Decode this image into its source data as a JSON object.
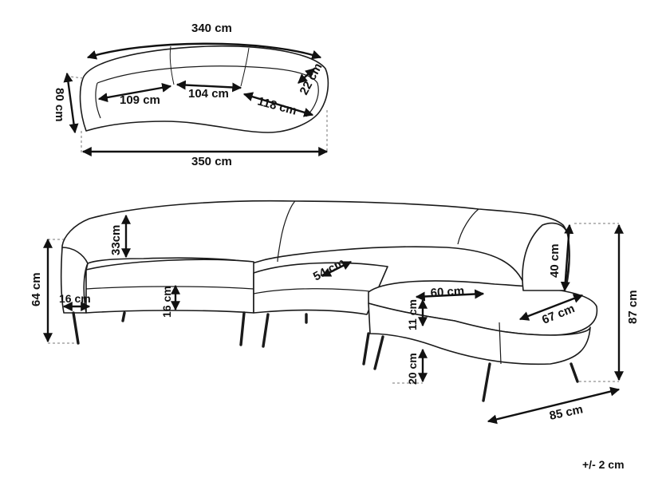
{
  "top_view": {
    "width_top": "340 cm",
    "width_bottom": "350 cm",
    "depth": "80 cm",
    "arm_depth": "22 cm",
    "seat_left": "109 cm",
    "seat_middle": "104 cm",
    "seat_right": "118 cm"
  },
  "front_view": {
    "total_height": "64 cm",
    "arm_width": "16 cm",
    "back_height": "33cm",
    "seat_thickness": "16 cm",
    "seat_depth": "54 cm",
    "chaise_seat": "60 cm",
    "chaise_back": "40 cm",
    "chaise_depth": "67 cm",
    "chaise_cushion": "11 cm",
    "leg_height": "20 cm",
    "right_height": "87 cm",
    "right_depth": "85 cm"
  },
  "tolerance": "+/- 2 cm"
}
